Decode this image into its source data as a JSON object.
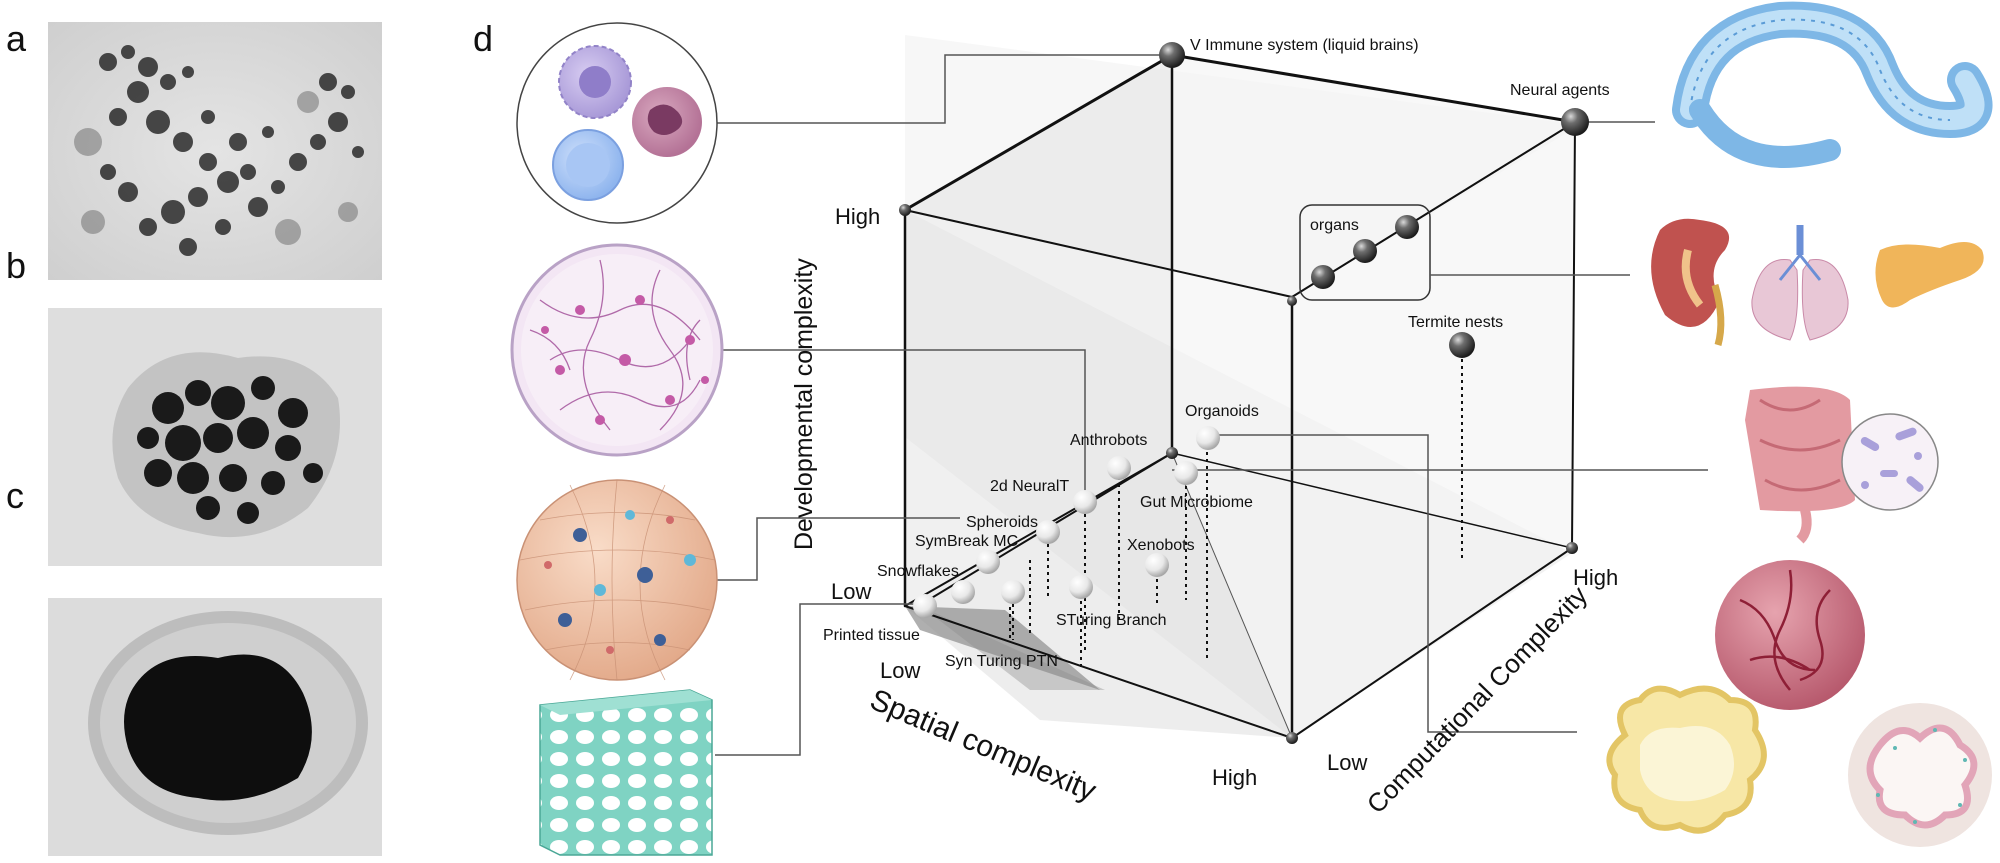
{
  "panels": {
    "a": "a",
    "b": "b",
    "c": "c",
    "d": "d"
  },
  "axes": {
    "developmental": "Developmental complexity",
    "spatial": "Spatial complexity",
    "computational": "Computational Complexity",
    "dev_high": "High",
    "dev_low": "Low",
    "spatial_low": "Low",
    "spatial_high": "High",
    "comp_low": "Low",
    "comp_high": "High"
  },
  "points": {
    "immune": "V Immune system (liquid brains)",
    "neural": "Neural agents",
    "organs": "organs",
    "termite": "Termite nests",
    "organoids": "Organoids",
    "anthrobots": "Anthrobots",
    "neuralt": "2d NeuralT",
    "gut": "Gut Microbiome",
    "spheroids": "Spheroids",
    "symbreak": "SymBreak MC",
    "snowflakes": "Snowflakes",
    "xenobots": "Xenobots",
    "sturing": "STuring Branch",
    "printed": "Printed tissue",
    "synturing": "Syn Turing PTN"
  },
  "colors": {
    "cube_line": "#111111",
    "cube_face": "#e6e6e6",
    "connector": "#555555",
    "sphere_dark": "#333333",
    "sphere_light": "#f2f2f2"
  }
}
